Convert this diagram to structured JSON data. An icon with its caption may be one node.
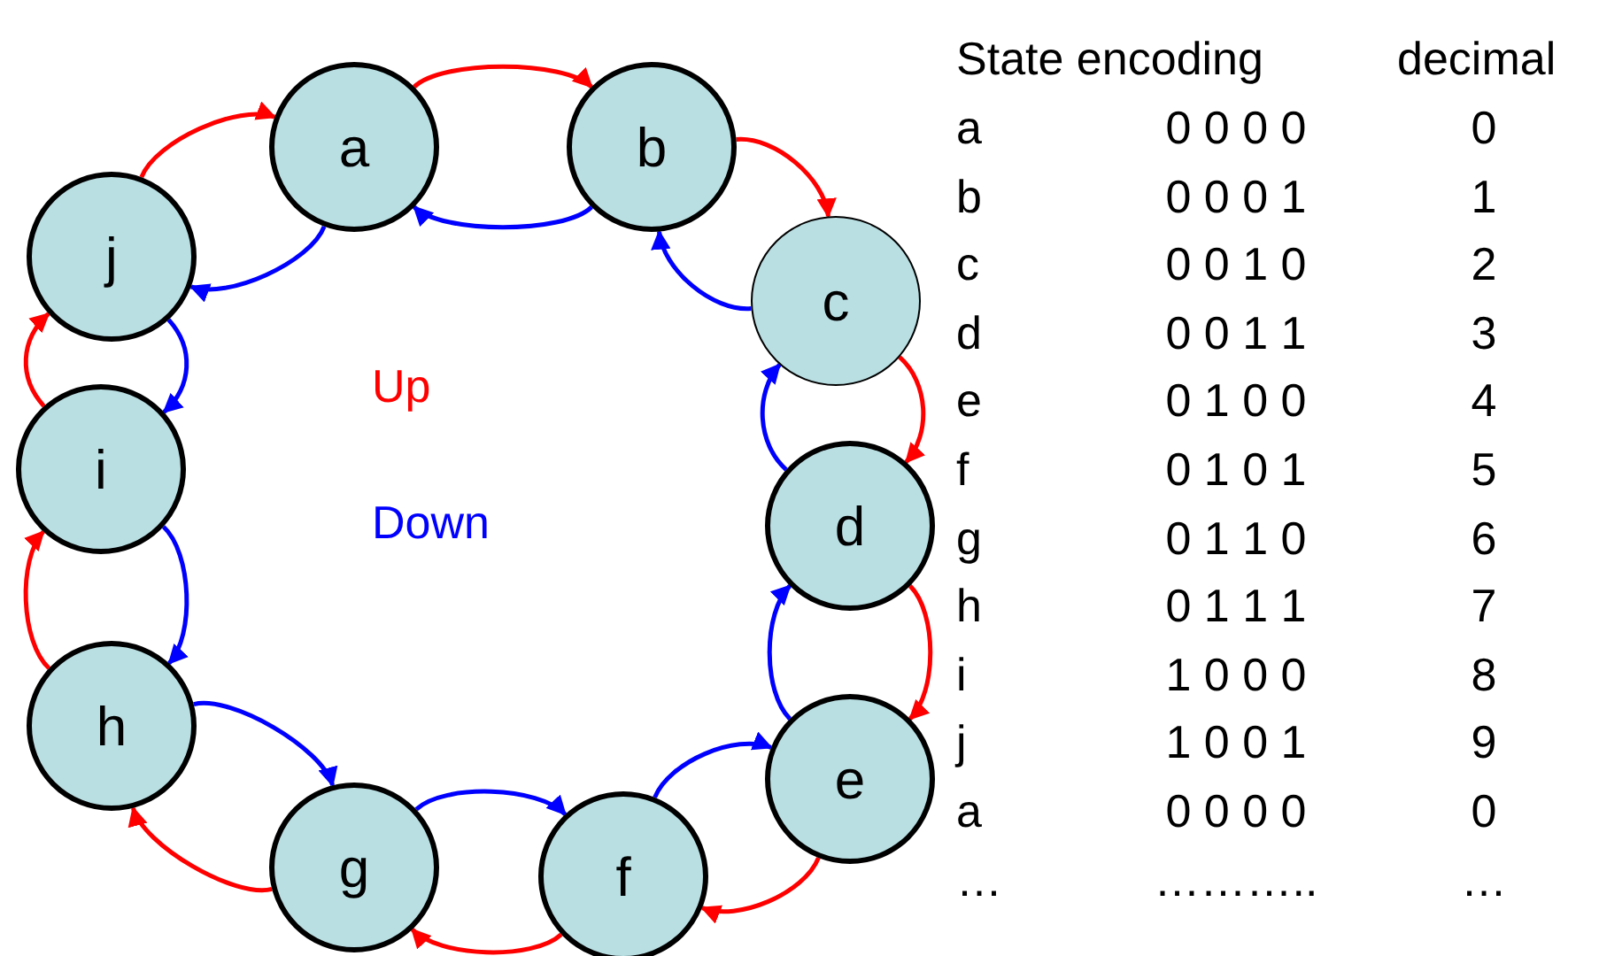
{
  "diagram": {
    "nodes": [
      {
        "text": [
          "a"
        ]
      },
      {
        "text": [
          "b"
        ]
      },
      {
        "text": [
          "c"
        ]
      },
      {
        "text": [
          "d"
        ]
      },
      {
        "text": [
          "e"
        ]
      },
      {
        "text": [
          "f"
        ]
      },
      {
        "text": [
          "g"
        ]
      },
      {
        "text": [
          "h"
        ]
      },
      {
        "text": [
          "i"
        ]
      },
      {
        "text": [
          "j"
        ]
      }
    ],
    "edges": [
      {
        "from": 0,
        "to": 1,
        "arrow": "to",
        "color": "#ff0000"
      },
      {
        "from": 1,
        "to": 2,
        "arrow": "to",
        "color": "#ff0000"
      },
      {
        "from": 2,
        "to": 3,
        "arrow": "to",
        "color": "#ff0000"
      },
      {
        "from": 3,
        "to": 4,
        "arrow": "to",
        "color": "#ff0000"
      },
      {
        "from": 4,
        "to": 5,
        "arrow": "to",
        "color": "#ff0000"
      },
      {
        "from": 5,
        "to": 6,
        "arrow": "to",
        "color": "#ff0000"
      },
      {
        "from": 6,
        "to": 7,
        "arrow": "to",
        "color": "#ff0000"
      },
      {
        "from": 7,
        "to": 8,
        "arrow": "to",
        "color": "#ff0000"
      },
      {
        "from": 8,
        "to": 9,
        "arrow": "to",
        "color": "#ff0000"
      },
      {
        "from": 9,
        "to": 0,
        "arrow": "to",
        "color": "#ff0000"
      },
      {
        "from": 1,
        "to": 0,
        "arrow": "to",
        "color": "#0000ff"
      },
      {
        "from": 2,
        "to": 1,
        "arrow": "to",
        "color": "#0000ff"
      },
      {
        "from": 3,
        "to": 2,
        "arrow": "to",
        "color": "#0000ff"
      },
      {
        "from": 4,
        "to": 3,
        "arrow": "to",
        "color": "#0000ff"
      },
      {
        "from": 5,
        "to": 4,
        "arrow": "to",
        "color": "#0000ff"
      },
      {
        "from": 6,
        "to": 5,
        "arrow": "to",
        "color": "#0000ff"
      },
      {
        "from": 7,
        "to": 6,
        "arrow": "to",
        "color": "#0000ff"
      },
      {
        "from": 8,
        "to": 7,
        "arrow": "to",
        "color": "#0000ff"
      },
      {
        "from": 9,
        "to": 8,
        "arrow": "to",
        "color": "#0000ff"
      },
      {
        "from": 0,
        "to": 9,
        "arrow": "to",
        "color": "#0000ff"
      }
    ],
    "labels": [
      "Up",
      "Down",
      "State encoding",
      "decimal",
      "a",
      "0 0 0 0",
      "0",
      "b",
      "0 0 0 1",
      "1",
      "c",
      "0 0 1 0",
      "2",
      "d",
      "0 0 1 1",
      "3",
      "e",
      "0 1 0 0",
      "4",
      "f",
      "0 1 0 1",
      "5",
      "g",
      "0 1 1 0",
      "6",
      "h",
      "0 1 1 1",
      "7",
      "i",
      "1 0 0 0",
      "8",
      "j",
      "1 0 0 1",
      "9",
      "a",
      "0 0 0 0",
      "0",
      "…",
      "………..",
      "…"
    ]
  }
}
